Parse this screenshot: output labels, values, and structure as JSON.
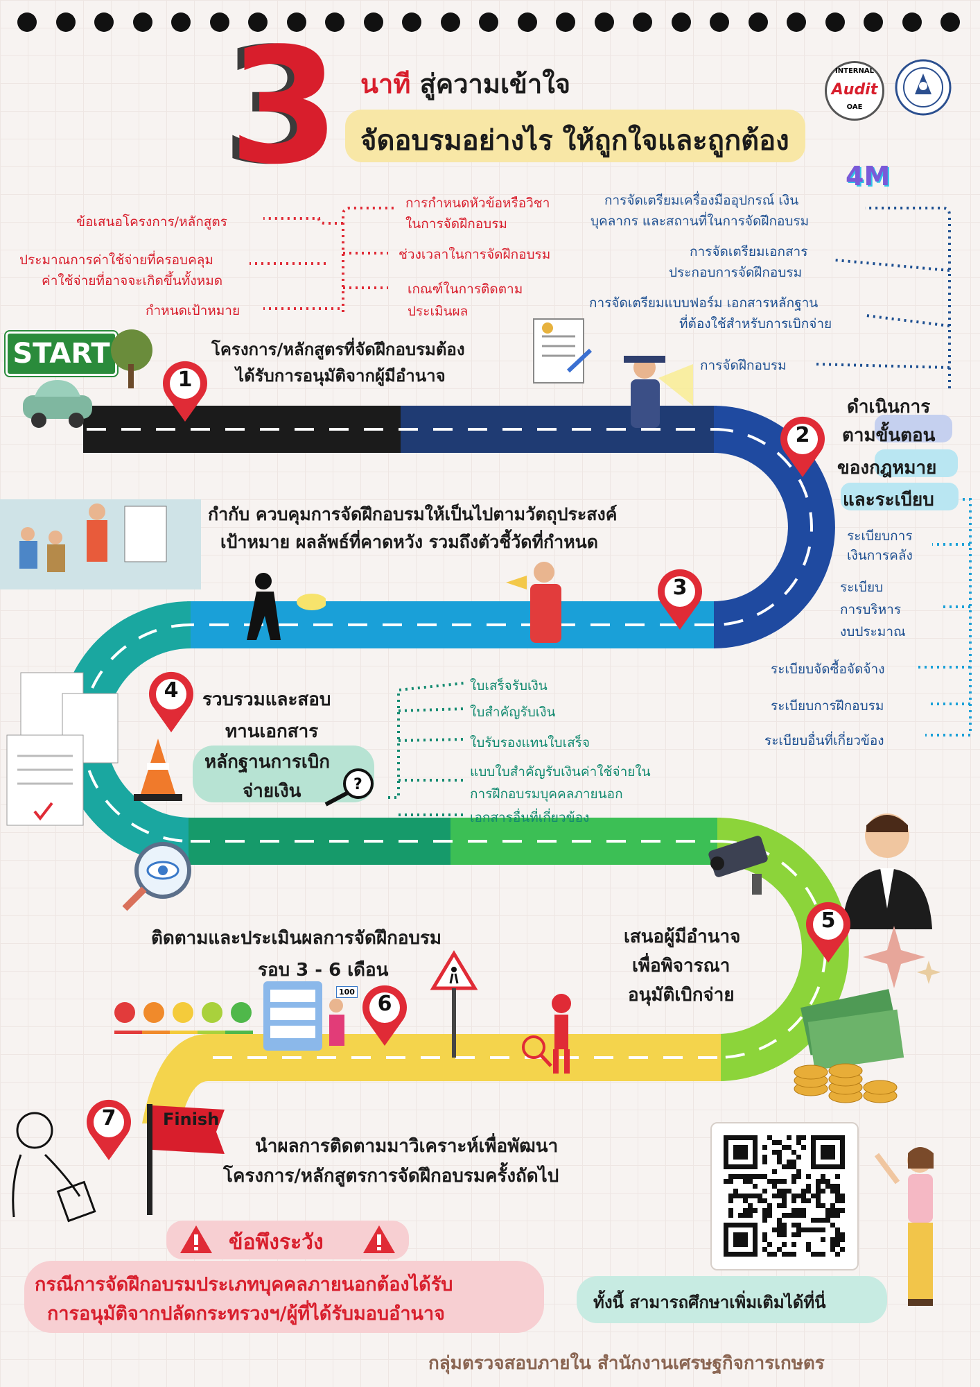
{
  "header": {
    "big_number": "3",
    "minutes_word": "นาที",
    "subtitle": "สู่ความเข้าใจ",
    "title": "จัดอบรมอย่างไร ให้ถูกใจและถูกต้อง"
  },
  "logos": {
    "audit_line1": "INTERNAL",
    "audit_line2": "Audit",
    "audit_line3": "OAE",
    "badge_4m": "4M"
  },
  "start_label": "START",
  "finish_label": "Finish",
  "step1": {
    "number": "1",
    "text_line1": "โครงการ/หลักสูตรที่จัดฝึกอบรมต้อง",
    "text_line2": "ได้รับการอนุมัติจากผู้มีอำนาจ",
    "left_items": [
      "ข้อเสนอโครงการ/หลักสูตร",
      "ประมาณการค่าใช้จ่ายที่ครอบคลุม",
      "ค่าใช้จ่ายที่อาจจะเกิดขึ้นทั้งหมด",
      "กำหนดเป้าหมาย"
    ],
    "right_items": [
      "การกำหนดหัวข้อหรือวิชา",
      "ในการจัดฝึกอบรม",
      "ช่วงเวลาในการจัดฝึกอบรม",
      "เกณฑ์ในการติดตาม",
      "ประเมินผล"
    ]
  },
  "step2": {
    "number": "2",
    "title_lines": [
      "ดำเนินการ",
      "ตามขั้นตอน",
      "ของกฎหมาย",
      "และระเบียบ"
    ],
    "prep_items": [
      "การจัดเตรียมเครื่องมืออุปกรณ์ เงิน",
      "บุคลากร และสถานที่ในการจัดฝึกอบรม",
      "การจัดเตรียมเอกสาร",
      "ประกอบการจัดฝึกอบรม",
      "การจัดเตรียมแบบฟอร์ม เอกสารหลักฐาน",
      "ที่ต้องใช้สำหรับการเบิกจ่าย",
      "การจัดฝึกอบรม"
    ],
    "regulations": [
      "ระเบียบการ",
      "เงินการคลัง",
      "ระเบียบ",
      "การบริหาร",
      "งบประมาณ",
      "ระเบียบจัดซื้อจัดจ้าง",
      "ระเบียบการฝึกอบรม",
      "ระเบียบอื่นที่เกี่ยวข้อง"
    ]
  },
  "step3": {
    "number": "3",
    "text_line1": "กำกับ ควบคุมการจัดฝึกอบรมให้เป็นไปตามวัตถุประสงค์",
    "text_line2": "เป้าหมาย ผลลัพธ์ที่คาดหวัง รวมถึงตัวชี้วัดที่กำหนด"
  },
  "step4": {
    "number": "4",
    "title_lines": [
      "รวบรวมและสอบ",
      "ทานเอกสาร",
      "หลักฐานการเบิก",
      "จ่ายเงิน"
    ],
    "documents": [
      "ใบเสร็จรับเงิน",
      "ใบสำคัญรับเงิน",
      "ใบรับรองแทนใบเสร็จ",
      "แบบใบสำคัญรับเงินค่าใช้จ่ายใน",
      "การฝึกอบรมบุคคลภายนอก",
      "เอกสารอื่นที่เกี่ยวข้อง"
    ]
  },
  "step5": {
    "number": "5",
    "text_lines": [
      "เสนอผู้มีอำนาจ",
      "เพื่อพิจารณา",
      "อนุมัติเบิกจ่าย"
    ]
  },
  "step6": {
    "number": "6",
    "text_line1": "ติดตามและประเมินผลการจัดฝึกอบรม",
    "text_line2": "รอบ 3 - 6 เดือน",
    "badge": "100"
  },
  "step7": {
    "number": "7",
    "text_line1": "นำผลการติดตามมาวิเคราะห์เพื่อพัฒนา",
    "text_line2": "โครงการ/หลักสูตรการจัดฝึกอบรมครั้งถัดไป"
  },
  "caution": {
    "title": "ข้อพึงระวัง",
    "text_line1": "กรณีการจัดฝึกอบรมประเภทบุคคลภายนอกต้องได้รับ",
    "text_line2": "การอนุมัติจากปลัดกระทรวงฯ/ผู้ที่ได้รับมอบอำนาจ"
  },
  "more_info": "ทั้งนี้ สามารถศึกษาเพิ่มเติมได้ที่นี่",
  "footer": "กลุ่มตรวจสอบภายใน  สำนักงานเศรษฐกิจการเกษตร",
  "colors": {
    "red": "#d81e2c",
    "navy": "#1d4f91",
    "road_dark": "#1b1b1b",
    "road_blue": "#1f4aa0",
    "road_cyan": "#1aa0d8",
    "road_green": "#169a6a",
    "road_lime": "#8cd43a",
    "road_yellow": "#f4d44c",
    "title_pill": "#f8e7a6",
    "caution_pill": "#f7cfd2",
    "step4_pill": "#b7e3d3"
  }
}
